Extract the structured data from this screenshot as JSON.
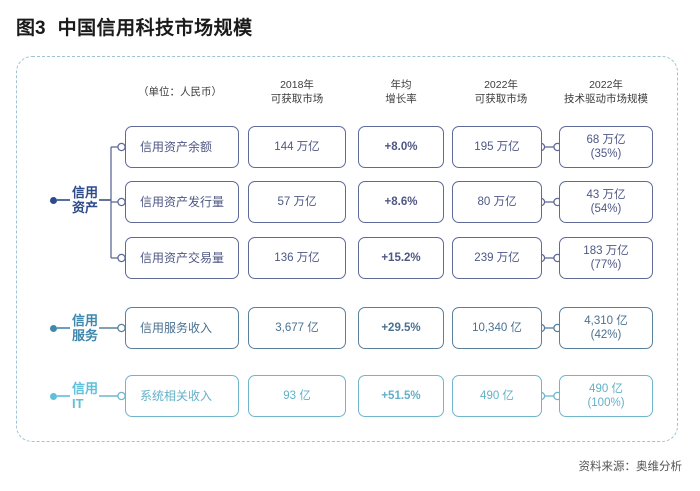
{
  "title": {
    "number": "图3",
    "text": "中国信用科技市场规模"
  },
  "headers": [
    {
      "line1": "（单位：人民币）",
      "line2": ""
    },
    {
      "line1": "2018年",
      "line2": "可获取市场"
    },
    {
      "line1": "年均",
      "line2": "增长率"
    },
    {
      "line1": "2022年",
      "line2": "可获取市场"
    },
    {
      "line1": "2022年",
      "line2": "技术驱动市场规模"
    }
  ],
  "groups": [
    {
      "line1": "信用",
      "line2": "资产",
      "color": "#2d4a8a"
    },
    {
      "line1": "信用",
      "line2": "服务",
      "color": "#3f88ad"
    },
    {
      "line1": "信用",
      "line2": "IT",
      "color": "#5fc0da"
    }
  ],
  "rows": [
    {
      "metric": "信用资产余额",
      "market_2018": "144 万亿",
      "cagr": "+8.0%",
      "market_2022": "195 万亿",
      "tech_value": "68 万亿",
      "tech_share": "(35%)"
    },
    {
      "metric": "信用资产发行量",
      "market_2018": "57 万亿",
      "cagr": "+8.6%",
      "market_2022": "80 万亿",
      "tech_value": "43 万亿",
      "tech_share": "(54%)"
    },
    {
      "metric": "信用资产交易量",
      "market_2018": "136 万亿",
      "cagr": "+15.2%",
      "market_2022": "239 万亿",
      "tech_value": "183 万亿",
      "tech_share": "(77%)"
    },
    {
      "metric": "信用服务收入",
      "market_2018": "3,677 亿",
      "cagr": "+29.5%",
      "market_2022": "10,340 亿",
      "tech_value": "4,310 亿",
      "tech_share": "(42%)"
    },
    {
      "metric": "系统相关收入",
      "market_2018": "93 亿",
      "cagr": "+51.5%",
      "market_2022": "490 亿",
      "tech_value": "490 亿",
      "tech_share": "(100%)"
    }
  ],
  "source": "资料来源：奥维分析",
  "chart_data": {
    "type": "table",
    "title": "中国信用科技市场规模",
    "unit_note": "（单位：人民币）",
    "columns": [
      "指标",
      "2018年可获取市场",
      "年均增长率",
      "2022年可获取市场",
      "2022年技术驱动市场规模"
    ],
    "row_groups": [
      {
        "group": "信用资产",
        "rows": [
          {
            "metric": "信用资产余额",
            "v2018": "144 万亿",
            "cagr": "+8.0%",
            "v2022": "195 万亿",
            "tech": "68 万亿",
            "tech_pct": "35%"
          },
          {
            "metric": "信用资产发行量",
            "v2018": "57 万亿",
            "cagr": "+8.6%",
            "v2022": "80 万亿",
            "tech": "43 万亿",
            "tech_pct": "54%"
          },
          {
            "metric": "信用资产交易量",
            "v2018": "136 万亿",
            "cagr": "+15.2%",
            "v2022": "239 万亿",
            "tech": "183 万亿",
            "tech_pct": "77%"
          }
        ]
      },
      {
        "group": "信用服务",
        "rows": [
          {
            "metric": "信用服务收入",
            "v2018": "3,677 亿",
            "cagr": "+29.5%",
            "v2022": "10,340 亿",
            "tech": "4,310 亿",
            "tech_pct": "42%"
          }
        ]
      },
      {
        "group": "信用IT",
        "rows": [
          {
            "metric": "系统相关收入",
            "v2018": "93 亿",
            "cagr": "+51.5%",
            "v2022": "490 亿",
            "tech": "490 亿",
            "tech_pct": "100%"
          }
        ]
      }
    ],
    "source": "资料来源：奥维分析"
  }
}
